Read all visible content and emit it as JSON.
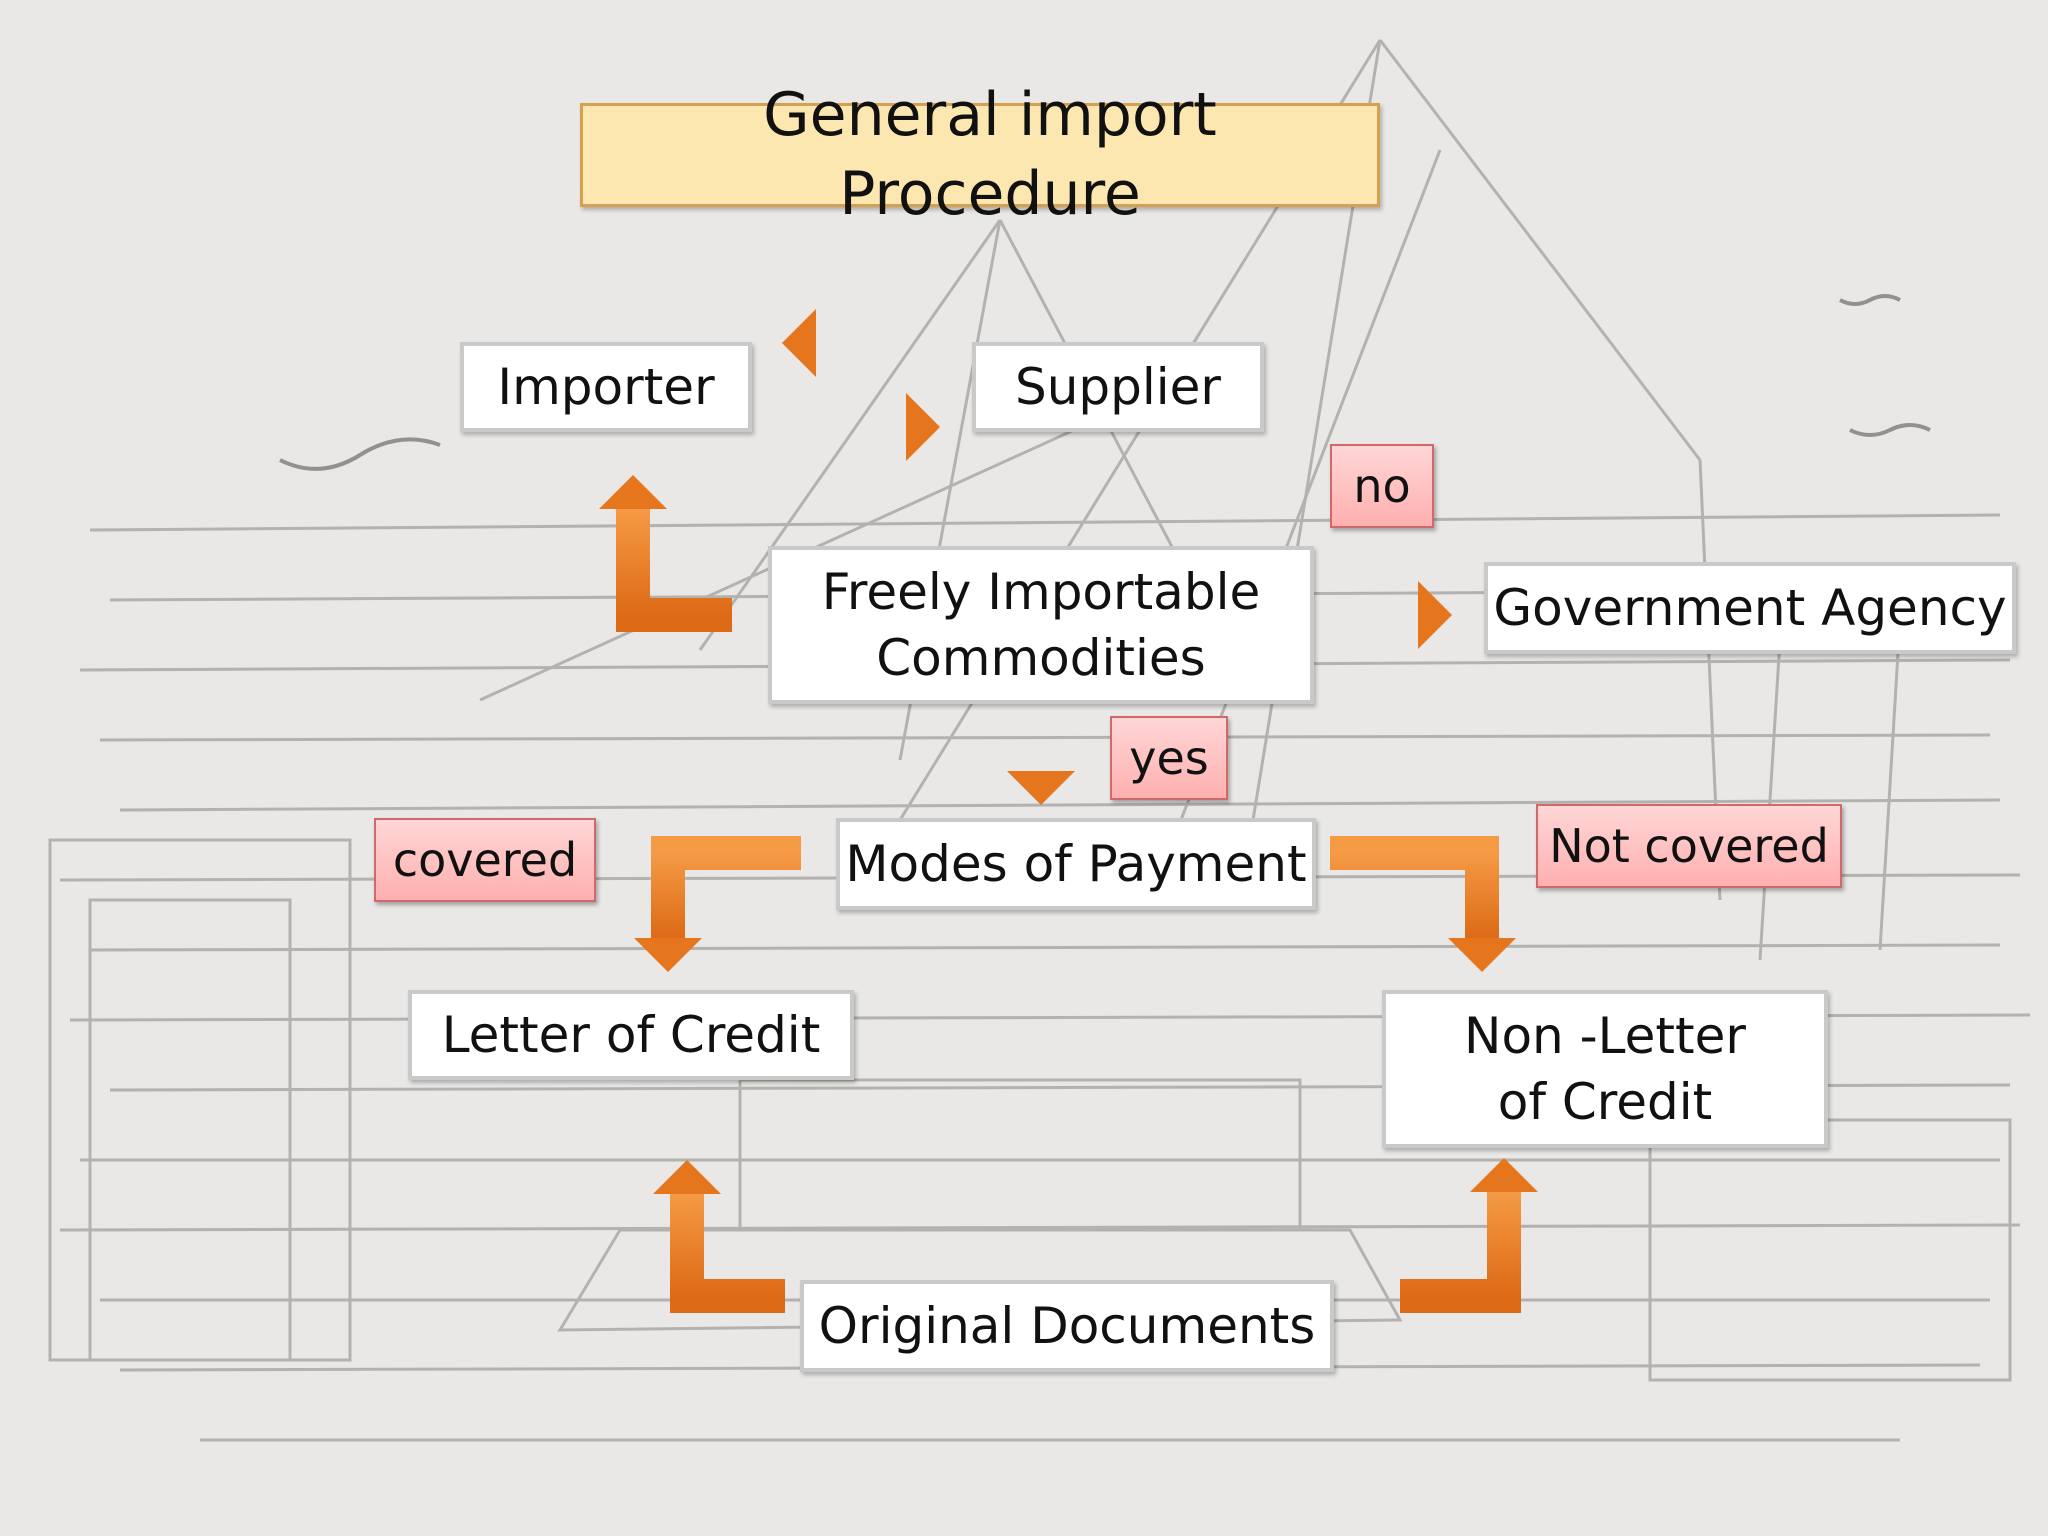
{
  "title": "General import Procedure",
  "nodes": {
    "importer": "Importer",
    "supplier": "Supplier",
    "freely_importable": "Freely Importable Commodities",
    "government_agency": "Government Agency",
    "modes_of_payment": "Modes of Payment",
    "letter_of_credit": "Letter of Credit",
    "non_letter_of_credit": "Non -Letter of Credit",
    "original_documents": "Original Documents"
  },
  "labels": {
    "no": "no",
    "yes": "yes",
    "covered": "covered",
    "not_covered": "Not covered"
  },
  "colors": {
    "arrow": "#ea7a22",
    "title_fill": "#fde7b0",
    "label_fill": "#ffc4c4",
    "sketch": "#8a8782"
  }
}
